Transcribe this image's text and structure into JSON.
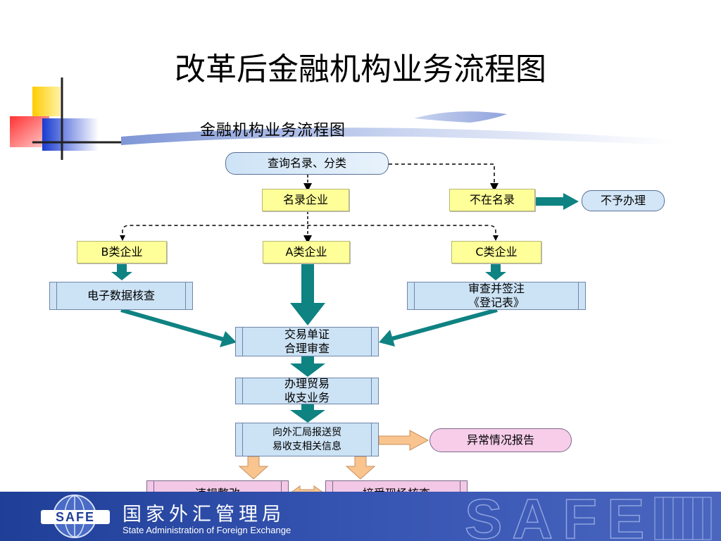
{
  "slide": {
    "title": "改革后金融机构业务流程图",
    "subtitle": "金融机构业务流程图"
  },
  "flow": {
    "query": "查询名录、分类",
    "listed": "名录企业",
    "not_listed": "不在名录",
    "rejected": "不予办理",
    "class_b": "B类企业",
    "class_a": "A类企业",
    "class_c": "C类企业",
    "e_check": "电子数据核查",
    "review_sign_1": "审查并签注",
    "review_sign_2": "《登记表》",
    "doc_review_1": "交易单证",
    "doc_review_2": "合理审查",
    "handle_1": "办理贸易",
    "handle_2": "收支业务",
    "report_1": "向外汇局报送贸",
    "report_2": "易收支相关信息",
    "abnormal": "异常情况报告",
    "rectify": "违规整改",
    "inspect": "接受现场核查"
  },
  "footer": {
    "logo": "SAFE",
    "org_cn": "国家外汇管理局",
    "org_en": "State Administration of Foreign Exchange",
    "watermark": "SAFE"
  },
  "colors": {
    "yellow": "#ffff99",
    "blue": "#cce2f5",
    "pink": "#f3c8e6",
    "teal_arrow": "#0f8282",
    "orange_arrow": "#f9c48e",
    "footer_blue": "#2a49a6"
  }
}
